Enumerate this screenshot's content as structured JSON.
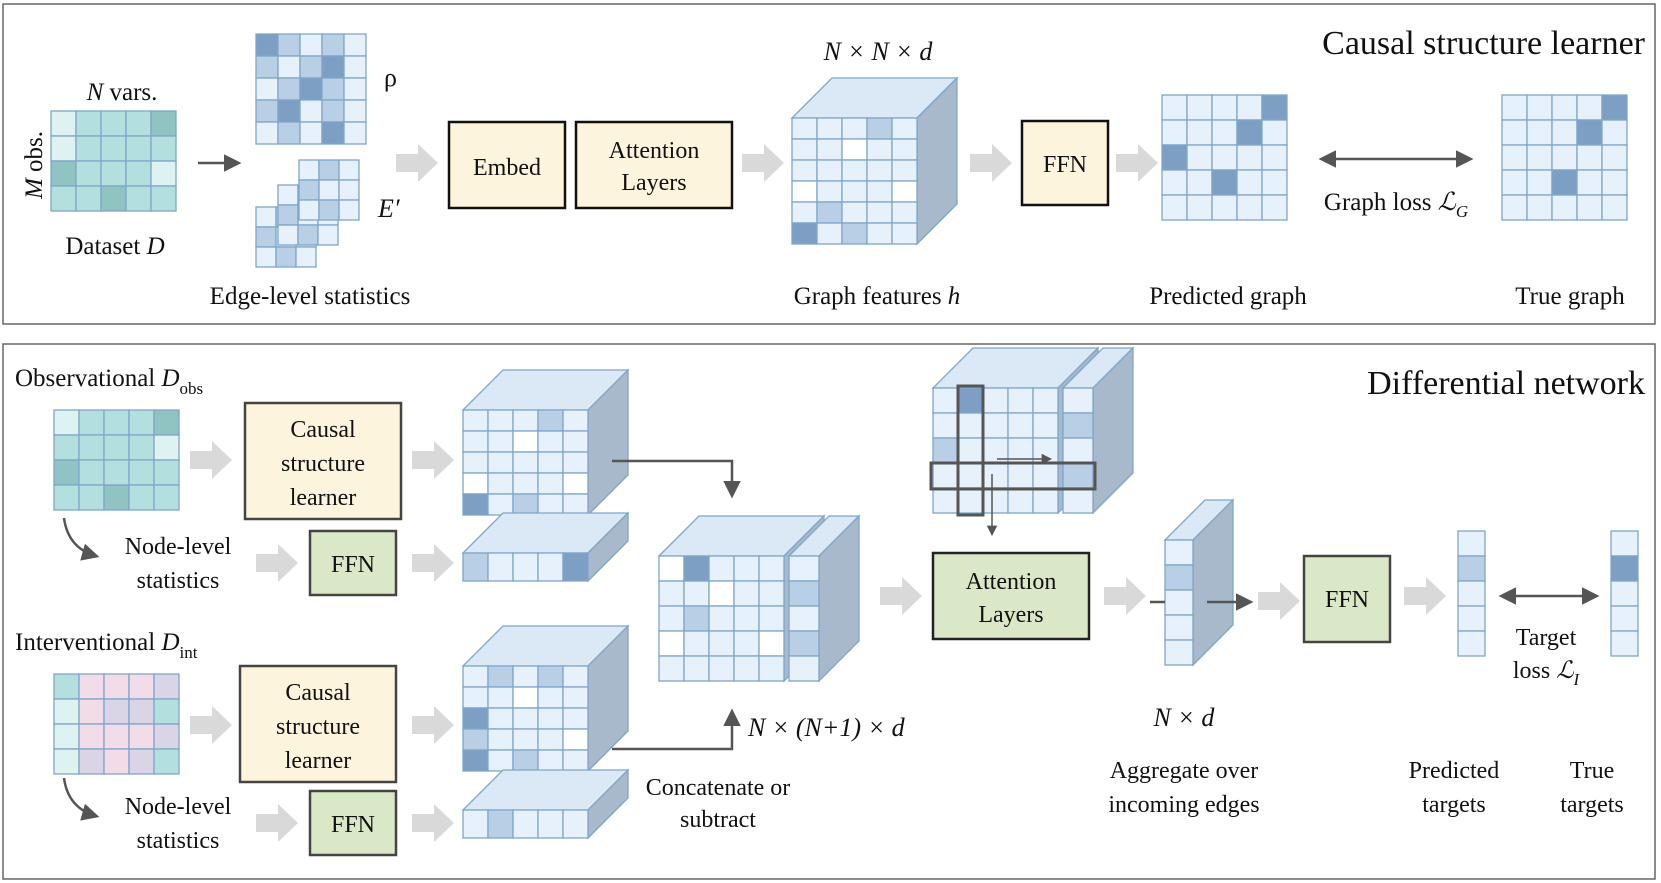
{
  "panel_top": {
    "title": "Causal structure learner",
    "n_vars_var": "N",
    "n_vars_text": " vars.",
    "m_obs_var": "M",
    "m_obs_text": " obs.",
    "dataset_text": "Dataset ",
    "dataset_var": "D",
    "rho": "ρ",
    "e_prime": "E′",
    "edge_stats": "Edge-level statistics",
    "embed": "Embed",
    "attention_1": "Attention",
    "attention_2": "Layers",
    "dims": "N × N × d",
    "graph_features_text": "Graph features ",
    "graph_features_var": "h",
    "ffn": "FFN",
    "predicted_graph": "Predicted graph",
    "graph_loss_text": "Graph loss ",
    "graph_loss_sym": "ℒ",
    "graph_loss_sub": "G",
    "true_graph": "True graph"
  },
  "panel_bottom": {
    "title": "Differential network",
    "obs_text": "Observational ",
    "obs_var": "D",
    "obs_sub": "obs",
    "int_text": "Interventional ",
    "int_var": "D",
    "int_sub": "int",
    "csl_1": "Causal",
    "csl_2": "structure",
    "csl_3": "learner",
    "node_1": "Node-level",
    "node_2": "statistics",
    "ffn": "FFN",
    "concat_dims": "N × (N+1) × d",
    "concat_1": "Concatenate or",
    "concat_2": "subtract",
    "attention_1": "Attention",
    "attention_2": "Layers",
    "nd_dims": "N × d",
    "aggregate_1": "Aggregate over",
    "aggregate_2": "incoming edges",
    "predicted_1": "Predicted",
    "predicted_2": "targets",
    "target_loss_1": "Target",
    "target_loss_text": "loss ",
    "target_loss_sym": "ℒ",
    "target_loss_sub": "I",
    "true_1": "True",
    "true_2": "targets"
  },
  "colors": {
    "cell_border": "#7fa6c9",
    "light_cell": "#e6f1fb",
    "mid_cell": "#b9cfe6",
    "dark_cell": "#7d9fc3",
    "cube_top": "#dbe9f7",
    "cube_side": "#a8b9cb",
    "teal_light": "#dff2f2",
    "teal_mid": "#b4dfdf",
    "teal_dark": "#8fc4c2",
    "pink_light": "#f2dce8",
    "lavender": "#d9d4e6",
    "cream_box": "#fdf4dd",
    "green_box": "#dbe8c8",
    "gray_arrow": "#d9d9d9",
    "dark_arrow": "#555555"
  }
}
